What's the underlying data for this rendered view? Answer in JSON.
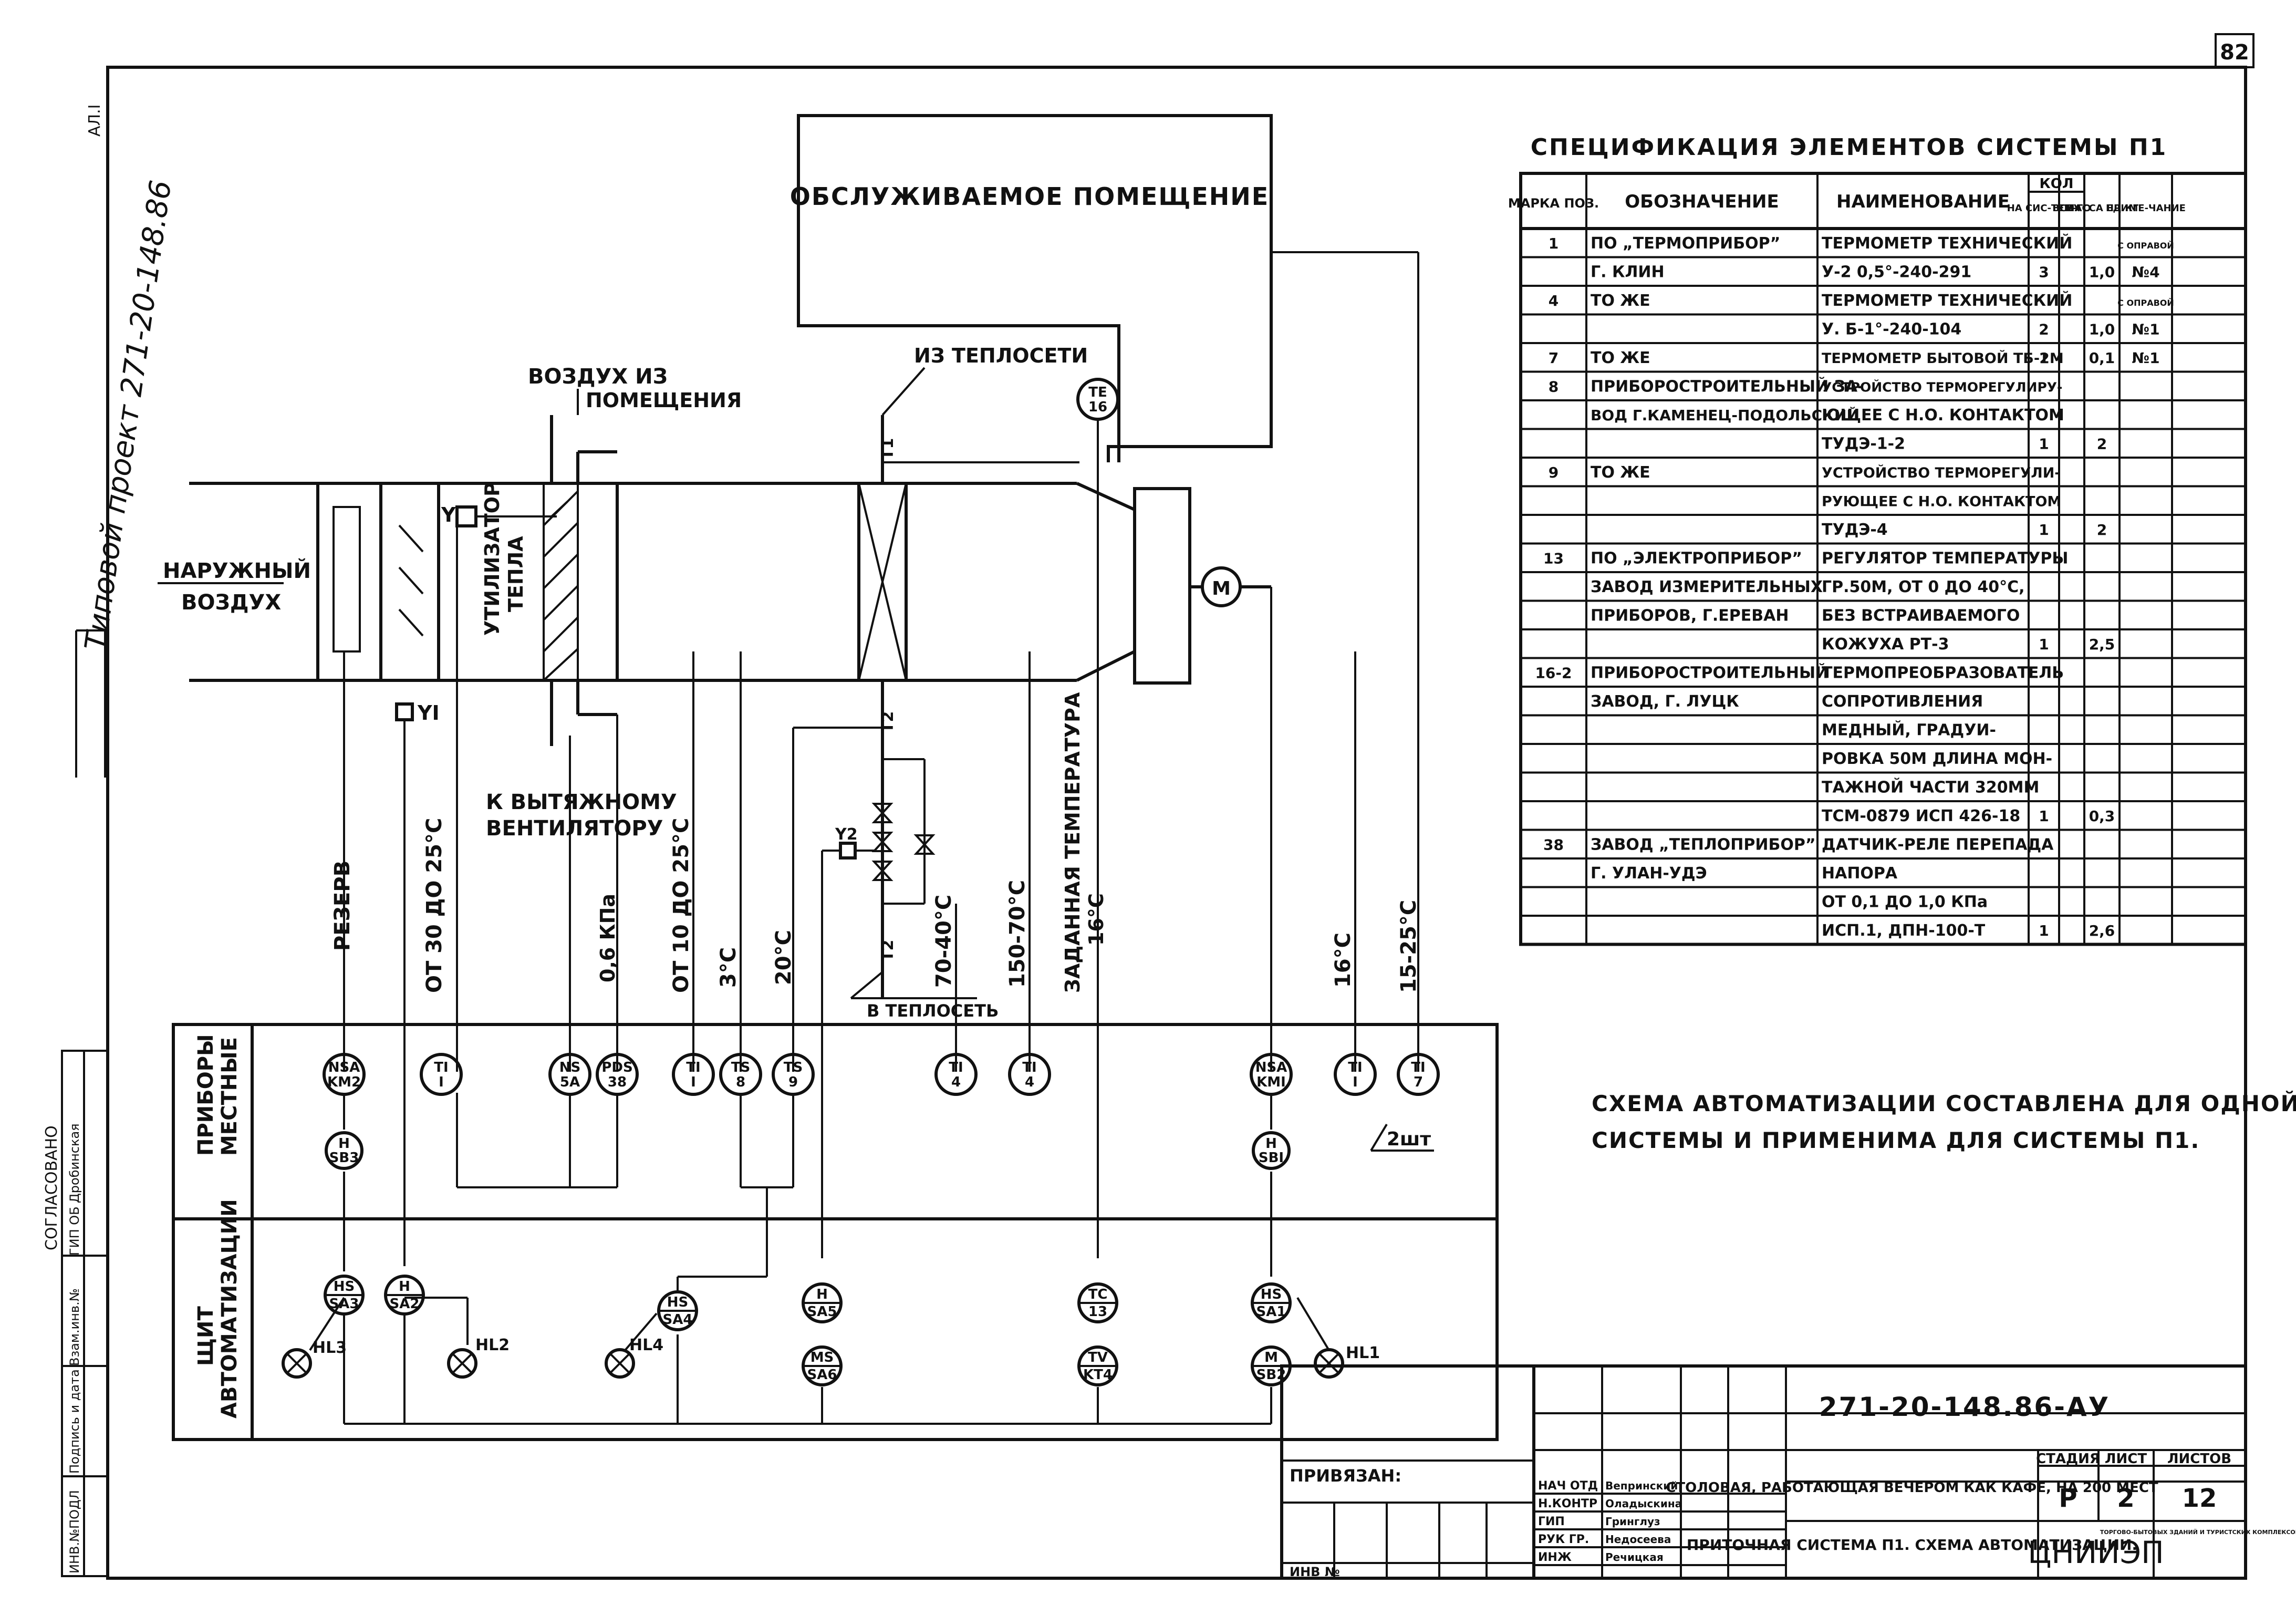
{
  "page": {
    "number": "82"
  },
  "margin": {
    "project_title": "Типовой проект 271-20-148.86",
    "corner_mark": "АЛ.I",
    "approval": "СОГЛАСОВАНО",
    "gip_label": "ГИП ОБ",
    "gip_name": "Дробинская",
    "inv_orig": "ИНВ.№ПОДЛ",
    "sign_date": "Подпись и дата",
    "replaced_inv": "Взам.инв.№"
  },
  "room": {
    "label": "ОБСЛУЖИВАЕМОЕ ПОМЕЩЕНИЕ"
  },
  "labels": {
    "outdoor_air": "НАРУЖНЫЙ",
    "outdoor_air_2": "ВОЗДУХ",
    "air_from": "ВОЗДУХ ИЗ",
    "room_word": "ПОМЕЩЕНИЯ",
    "heat_recovery": "УТИЛИЗАТОР",
    "heat_recovery_2": "ТЕПЛА",
    "to_exhaust": "К ВЫТЯЖНОМУ",
    "to_exhaust_2": "ВЕНТИЛЯТОРУ",
    "from_heat": "ИЗ ТЕПЛОСЕТИ",
    "to_heat": "В ТЕПЛОСЕТЬ",
    "y": "Y",
    "y1": "YI",
    "y2": "Y2",
    "t1": "T1",
    "t2": "T2",
    "t2b": "T2",
    "motor": "M",
    "qty_2": "2шт",
    "local_devices": "ПРИБОРЫ",
    "local_devices_2": "МЕСТНЫЕ",
    "panel": "ЩИТ",
    "panel_2": "АВТОМАТИЗАЦИИ"
  },
  "line_labels": {
    "reserve": "РЕЗЕРВ",
    "r1": "ОТ 30 ДО 25°С",
    "r2": "0,6 КПа",
    "r3": "ОТ 10 ДО 25°С",
    "r4": "3°С",
    "r5": "20°С",
    "r6": "70-40°С",
    "r7": "150-70°С",
    "r8": "ЗАДАННАЯ ТЕМПЕРАТУРА",
    "r8b": "16°С",
    "r9": "16°С",
    "r10": "15-25°С"
  },
  "instruments": {
    "te16": [
      "TE",
      "16"
    ],
    "nsa_km2": [
      "NSA",
      "KM2"
    ],
    "ti1a": [
      "TI",
      "I"
    ],
    "ns_5a": [
      "NS",
      "5A"
    ],
    "pds38": [
      "PDS",
      "38"
    ],
    "ti1b": [
      "TI",
      "I"
    ],
    "ts8": [
      "TS",
      "8"
    ],
    "ts9": [
      "TS",
      "9"
    ],
    "ti4a": [
      "TI",
      "4"
    ],
    "ti4b": [
      "TI",
      "4"
    ],
    "nsa_km1": [
      "NSA",
      "KMI"
    ],
    "ti1c": [
      "TI",
      "I"
    ],
    "ti7": [
      "TI",
      "7"
    ],
    "h_sb3": [
      "H",
      "SB3"
    ],
    "h_sb1": [
      "H",
      "SBI"
    ],
    "hs_sa3": [
      "HS",
      "SA3"
    ],
    "h_sa2": [
      "H",
      "SA2"
    ],
    "hs_sa4": [
      "HS",
      "SA4"
    ],
    "h_sa5": [
      "H",
      "SA5"
    ],
    "ms_sa6": [
      "MS",
      "SA6"
    ],
    "tc13": [
      "TC",
      "13"
    ],
    "tv_kt4": [
      "TV",
      "KT4"
    ],
    "hs_sa1": [
      "HS",
      "SA1"
    ],
    "m_sb2": [
      "M",
      "SB2"
    ]
  },
  "lamps": {
    "hl3": "HL3",
    "hl2": "HL2",
    "hl4": "HL4",
    "hl1": "HL1"
  },
  "spec": {
    "title": "СПЕЦИФИКАЦИЯ ЭЛЕМЕНТОВ СИСТЕМЫ П1",
    "headers": [
      "МАРКА ПОЗ.",
      "ОБОЗНАЧЕНИЕ",
      "НАИМЕНОВАНИЕ",
      "НА СИС-ТЕМУ",
      "ВСЕ-ГО",
      "МАССА ЕД.КГ",
      "ПРИМЕ-ЧАНИЕ"
    ],
    "kol_header": "КОЛ",
    "rows": [
      [
        "1",
        "ПО „ТЕРМОПРИБОР”",
        "ТЕРМОМЕТР ТЕХНИЧЕСКИЙ",
        "",
        "",
        "",
        "С ОПРАВОЙ"
      ],
      [
        "",
        "Г. КЛИН",
        "У-2 0,5°-240-291",
        "3",
        "",
        "1,0",
        "№4"
      ],
      [
        "4",
        "ТО ЖЕ",
        "ТЕРМОМЕТР ТЕХНИЧЕСКИЙ",
        "",
        "",
        "",
        "С ОПРАВОЙ"
      ],
      [
        "",
        "",
        "У. Б-1°-240-104",
        "2",
        "",
        "1,0",
        "№1"
      ],
      [
        "7",
        "ТО ЖЕ",
        "ТЕРМОМЕТР БЫТОВОЙ ТБ-2М",
        "1",
        "",
        "0,1",
        "№1"
      ],
      [
        "8",
        "ПРИБОРОСТРОИТЕЛЬНЫЙ ЗА-",
        "УСТРОЙСТВО ТЕРМОРЕГУЛИРУ-",
        "",
        "",
        "",
        ""
      ],
      [
        "",
        "ВОД Г.КАМЕНЕЦ-ПОДОЛЬСКИЙ",
        "ЮЩЕЕ С Н.О. КОНТАКТОМ",
        "",
        "",
        "",
        ""
      ],
      [
        "",
        "",
        "ТУДЭ-1-2",
        "1",
        "",
        "2",
        ""
      ],
      [
        "9",
        "ТО ЖЕ",
        "УСТРОЙСТВО ТЕРМОРЕГУЛИ-",
        "",
        "",
        "",
        ""
      ],
      [
        "",
        "",
        "РУЮЩЕЕ С Н.О. КОНТАКТОМ",
        "",
        "",
        "",
        ""
      ],
      [
        "",
        "",
        "ТУДЭ-4",
        "1",
        "",
        "2",
        ""
      ],
      [
        "13",
        "ПО „ЭЛЕКТРОПРИБОР”",
        "РЕГУЛЯТОР ТЕМПЕРАТУРЫ",
        "",
        "",
        "",
        ""
      ],
      [
        "",
        "ЗАВОД ИЗМЕРИТЕЛЬНЫХ",
        "ГР.50М, ОТ 0 ДО 40°С,",
        "",
        "",
        "",
        ""
      ],
      [
        "",
        "ПРИБОРОВ, Г.ЕРЕВАН",
        "БЕЗ ВСТРАИВАЕМОГО",
        "",
        "",
        "",
        ""
      ],
      [
        "",
        "",
        "КОЖУХА РТ-3",
        "1",
        "",
        "2,5",
        ""
      ],
      [
        "16-2",
        "ПРИБОРОСТРОИТЕЛЬНЫЙ",
        "ТЕРМОПРЕОБРАЗОВАТЕЛЬ",
        "",
        "",
        "",
        ""
      ],
      [
        "",
        "ЗАВОД, Г. ЛУЦК",
        "СОПРОТИВЛЕНИЯ",
        "",
        "",
        "",
        ""
      ],
      [
        "",
        "",
        "МЕДНЫЙ, ГРАДУИ-",
        "",
        "",
        "",
        ""
      ],
      [
        "",
        "",
        "РОВКА 50М ДЛИНА МОН-",
        "",
        "",
        "",
        ""
      ],
      [
        "",
        "",
        "ТАЖНОЙ ЧАСТИ 320ММ",
        "",
        "",
        "",
        ""
      ],
      [
        "",
        "",
        "ТСМ-0879 ИСП 426-18",
        "1",
        "",
        "0,3",
        ""
      ],
      [
        "38",
        "ЗАВОД „ТЕПЛОПРИБОР”",
        "ДАТЧИК-РЕЛЕ ПЕРЕПАДА",
        "",
        "",
        "",
        ""
      ],
      [
        "",
        "Г. УЛАН-УДЭ",
        "НАПОРА",
        "",
        "",
        "",
        ""
      ],
      [
        "",
        "",
        "ОТ 0,1 ДО 1,0 КПа",
        "",
        "",
        "",
        ""
      ],
      [
        "",
        "",
        "ИСП.1, ДПН-100-Т",
        "1",
        "",
        "2,6",
        ""
      ]
    ]
  },
  "note": {
    "line1": "СХЕМА АВТОМАТИЗАЦИИ СОСТАВЛЕНА ДЛЯ ОДНОЙ ПРИТОЧНОЙ",
    "line2": "СИСТЕМЫ И ПРИМЕНИМА ДЛЯ СИСТЕМЫ П1."
  },
  "title_block": {
    "code": "271-20-148.86-АУ",
    "attached": "ПРИВЯЗАН:",
    "inv_no": "ИНВ №",
    "roles": [
      "НАЧ ОТД",
      "Н.КОНТР",
      "ГИП",
      "РУК ГР.",
      "ИНЖ"
    ],
    "names": [
      "Вепринский",
      "Оладыскина",
      "Гринглуз",
      "Недосеева",
      "Речицкая"
    ],
    "object_title": "СТОЛОВАЯ, РАБОТАЮЩАЯ ВЕЧЕРОМ КАК КАФЕ, НА 200 МЕСТ",
    "sheet_title": "ПРИТОЧНАЯ СИСТЕМА П1. СХЕМА АВТОМАТИЗАЦИИ.",
    "stage_label": "СТАДИЯ",
    "sheet_label": "ЛИСТ",
    "sheets_label": "ЛИСТОВ",
    "stage": "Р",
    "sheet": "2",
    "sheets": "12",
    "org": "ЦНИИЭП",
    "org_sub": "ТОРГОВО-БЫТОВЫХ ЗДАНИЙ И ТУРИСТСКИХ КОМПЛЕКСОВ"
  }
}
